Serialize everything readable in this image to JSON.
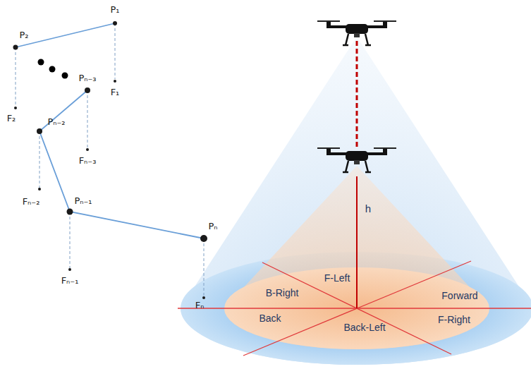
{
  "diagram": {
    "labels": [
      "P₁",
      "P₂",
      "Pₙ₋₃",
      "Pₙ₋₂",
      "Pₙ₋₁",
      "Pₙ",
      "F₁",
      "F₂",
      "Fₙ₋₃",
      "Fₙ₋₂",
      "Fₙ₋₁",
      "Fₙ",
      "h",
      "F-Left",
      "Forward",
      "B-Right",
      "Back",
      "Back-Left",
      "F-Right"
    ]
  }
}
